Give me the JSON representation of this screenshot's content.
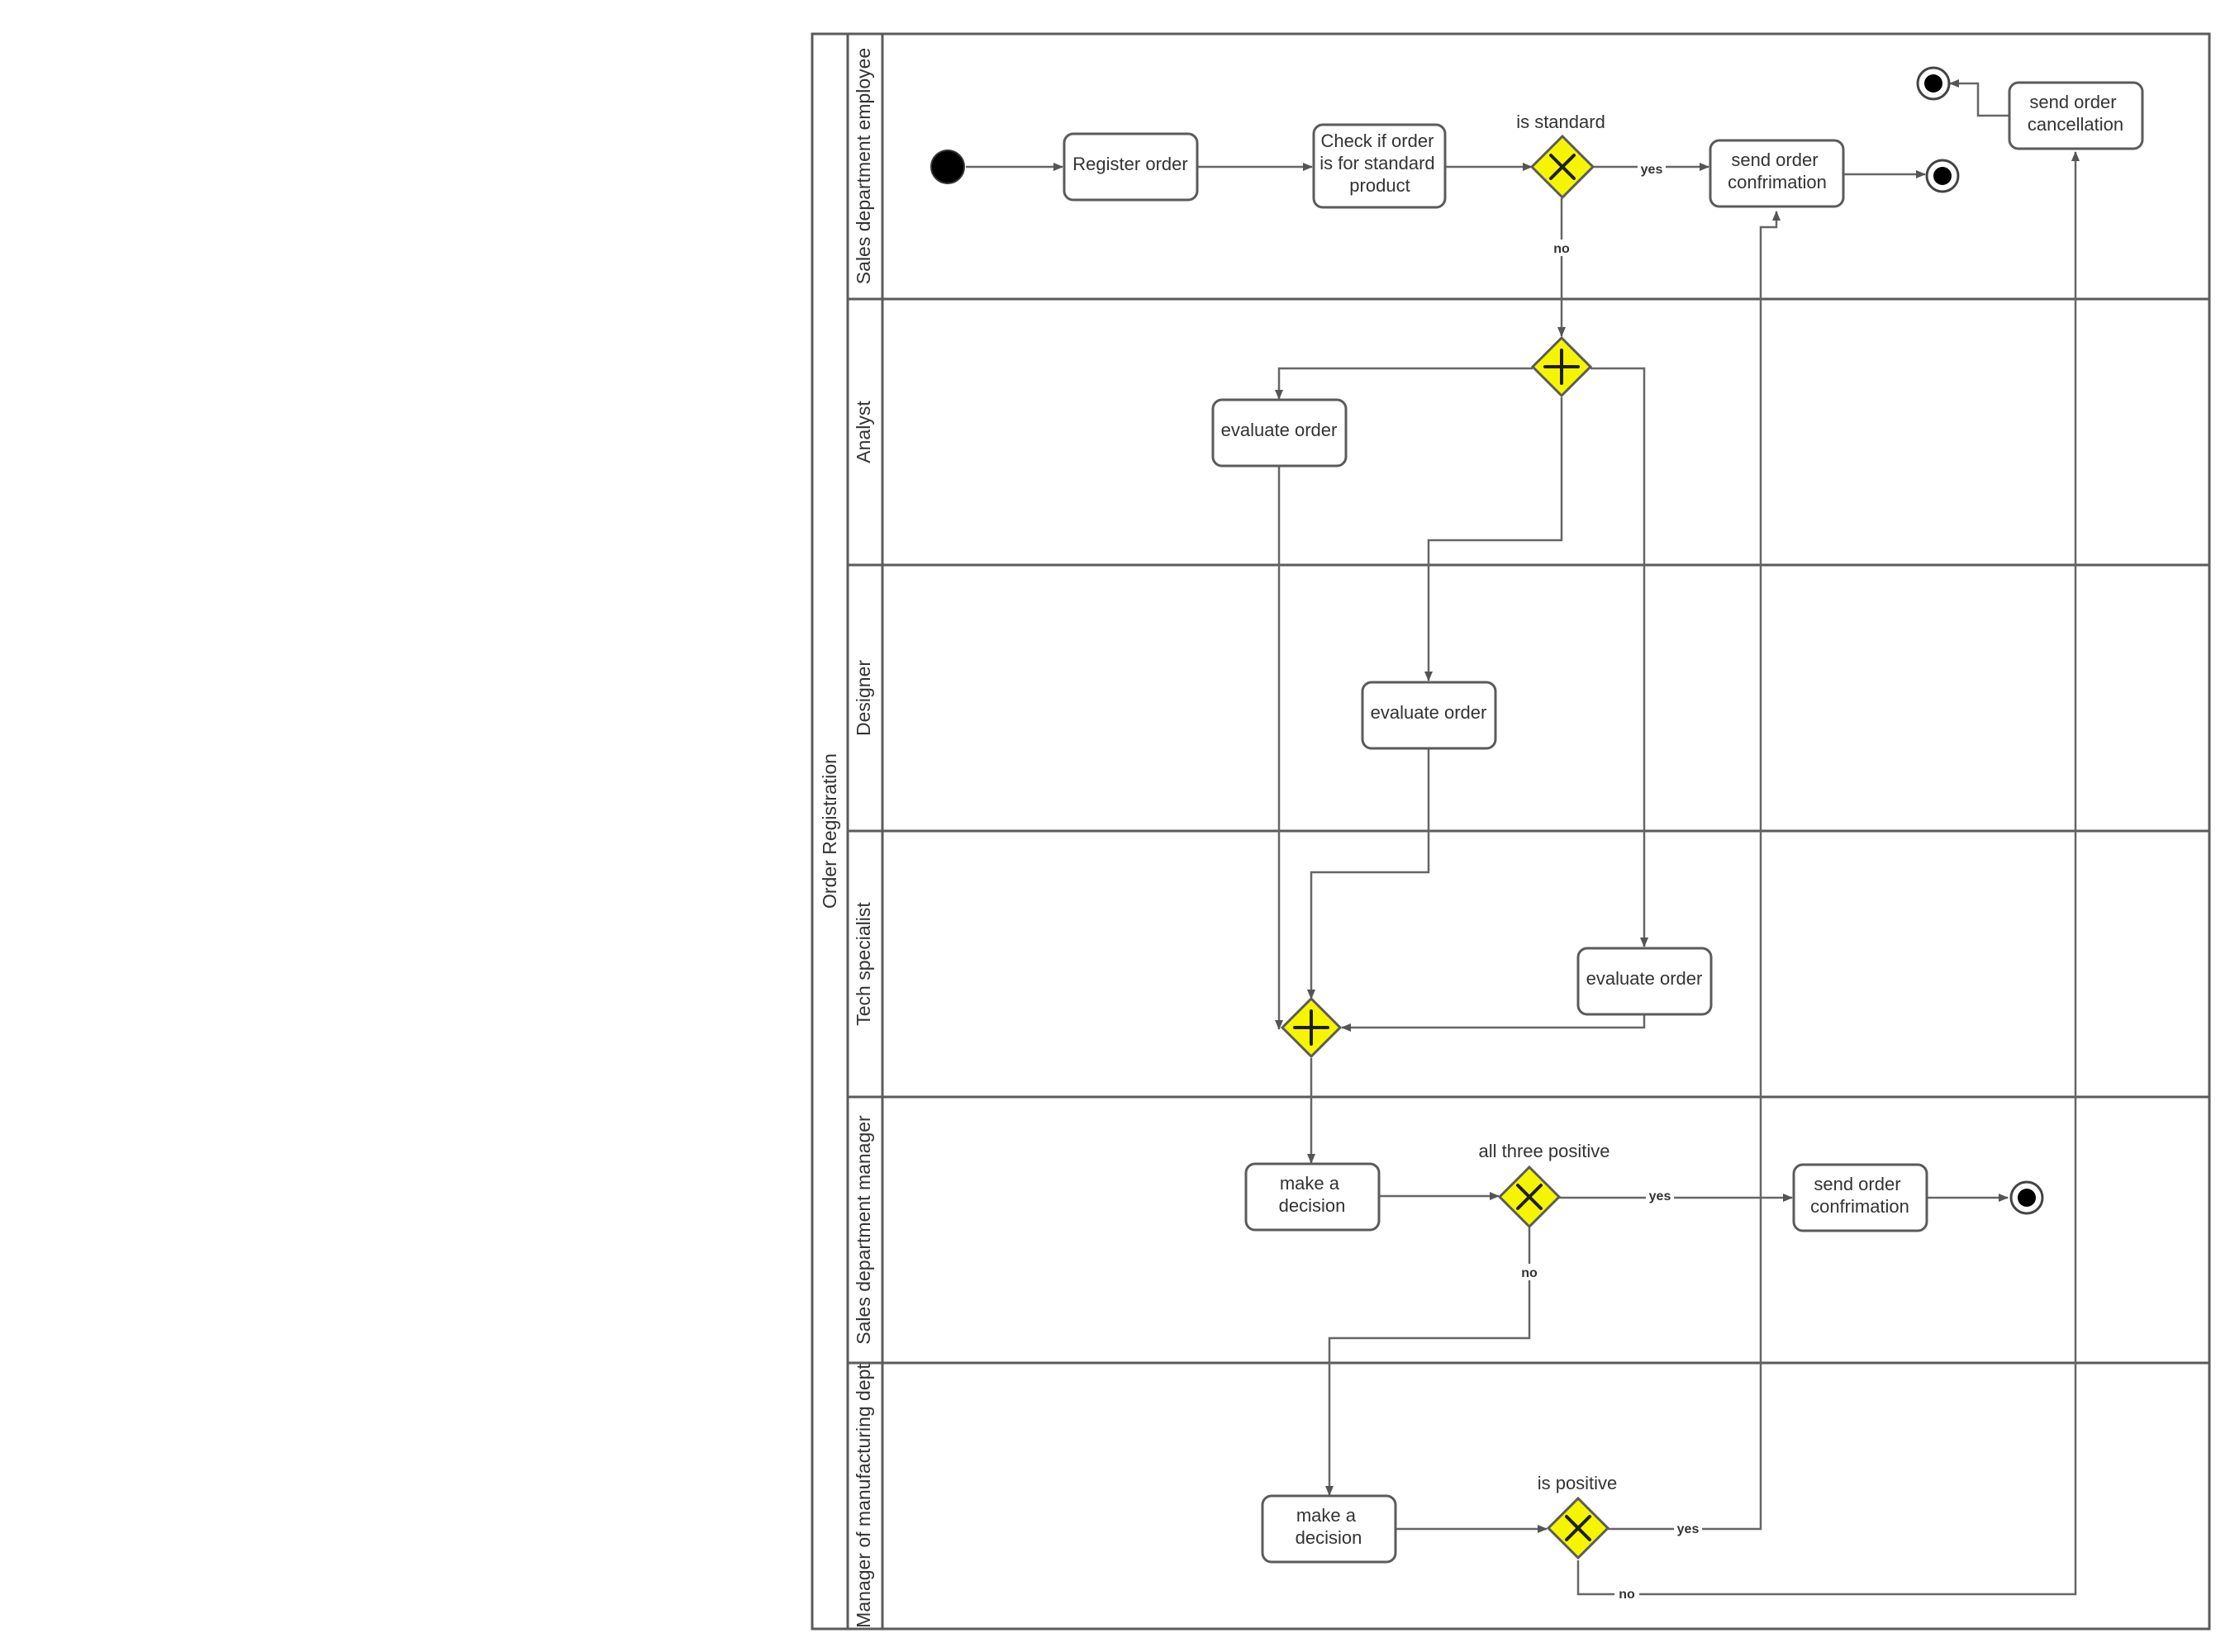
{
  "pool": {
    "label": "Order Registration"
  },
  "lanes": [
    {
      "id": "sales",
      "label": "Sales department employee"
    },
    {
      "id": "analyst",
      "label": "Analyst"
    },
    {
      "id": "designer",
      "label": "Designer"
    },
    {
      "id": "tech",
      "label": "Tech specialist"
    },
    {
      "id": "manager",
      "label": "Sales department manager"
    },
    {
      "id": "mfg",
      "label": "Manager of manufacturing dept"
    }
  ],
  "tasks": [
    {
      "id": "register",
      "lines": [
        "Register order"
      ]
    },
    {
      "id": "check",
      "lines": [
        "Check if order",
        "is for standard",
        "product"
      ]
    },
    {
      "id": "confirm1",
      "lines": [
        "send order",
        "confrimation"
      ]
    },
    {
      "id": "cancel",
      "lines": [
        "send order",
        "cancellation"
      ]
    },
    {
      "id": "eval-analyst",
      "lines": [
        "evaluate order"
      ]
    },
    {
      "id": "eval-designer",
      "lines": [
        "evaluate order"
      ]
    },
    {
      "id": "eval-tech",
      "lines": [
        "evaluate order"
      ]
    },
    {
      "id": "decision-manager",
      "lines": [
        "make a",
        "decision"
      ]
    },
    {
      "id": "confirm2",
      "lines": [
        "send order",
        "confrimation"
      ]
    },
    {
      "id": "decision-mfg",
      "lines": [
        "make a",
        "decision"
      ]
    }
  ],
  "gateways": [
    {
      "id": "gw-standard",
      "type": "exclusive",
      "label": "is standard"
    },
    {
      "id": "gw-fork",
      "type": "parallel",
      "label": ""
    },
    {
      "id": "gw-join",
      "type": "parallel",
      "label": ""
    },
    {
      "id": "gw-positive3",
      "type": "exclusive",
      "label": "all three positive"
    },
    {
      "id": "gw-positive",
      "type": "exclusive",
      "label": "is positive"
    }
  ],
  "events": [
    {
      "id": "start",
      "type": "start"
    },
    {
      "id": "end-cancel",
      "type": "end"
    },
    {
      "id": "end-confirm1",
      "type": "end"
    },
    {
      "id": "end-confirm2",
      "type": "end"
    }
  ],
  "flow_labels": {
    "standard_yes": "yes",
    "standard_no": "no",
    "positive3_yes": "yes",
    "positive3_no": "no",
    "positive_yes": "yes",
    "positive_no": "no"
  }
}
